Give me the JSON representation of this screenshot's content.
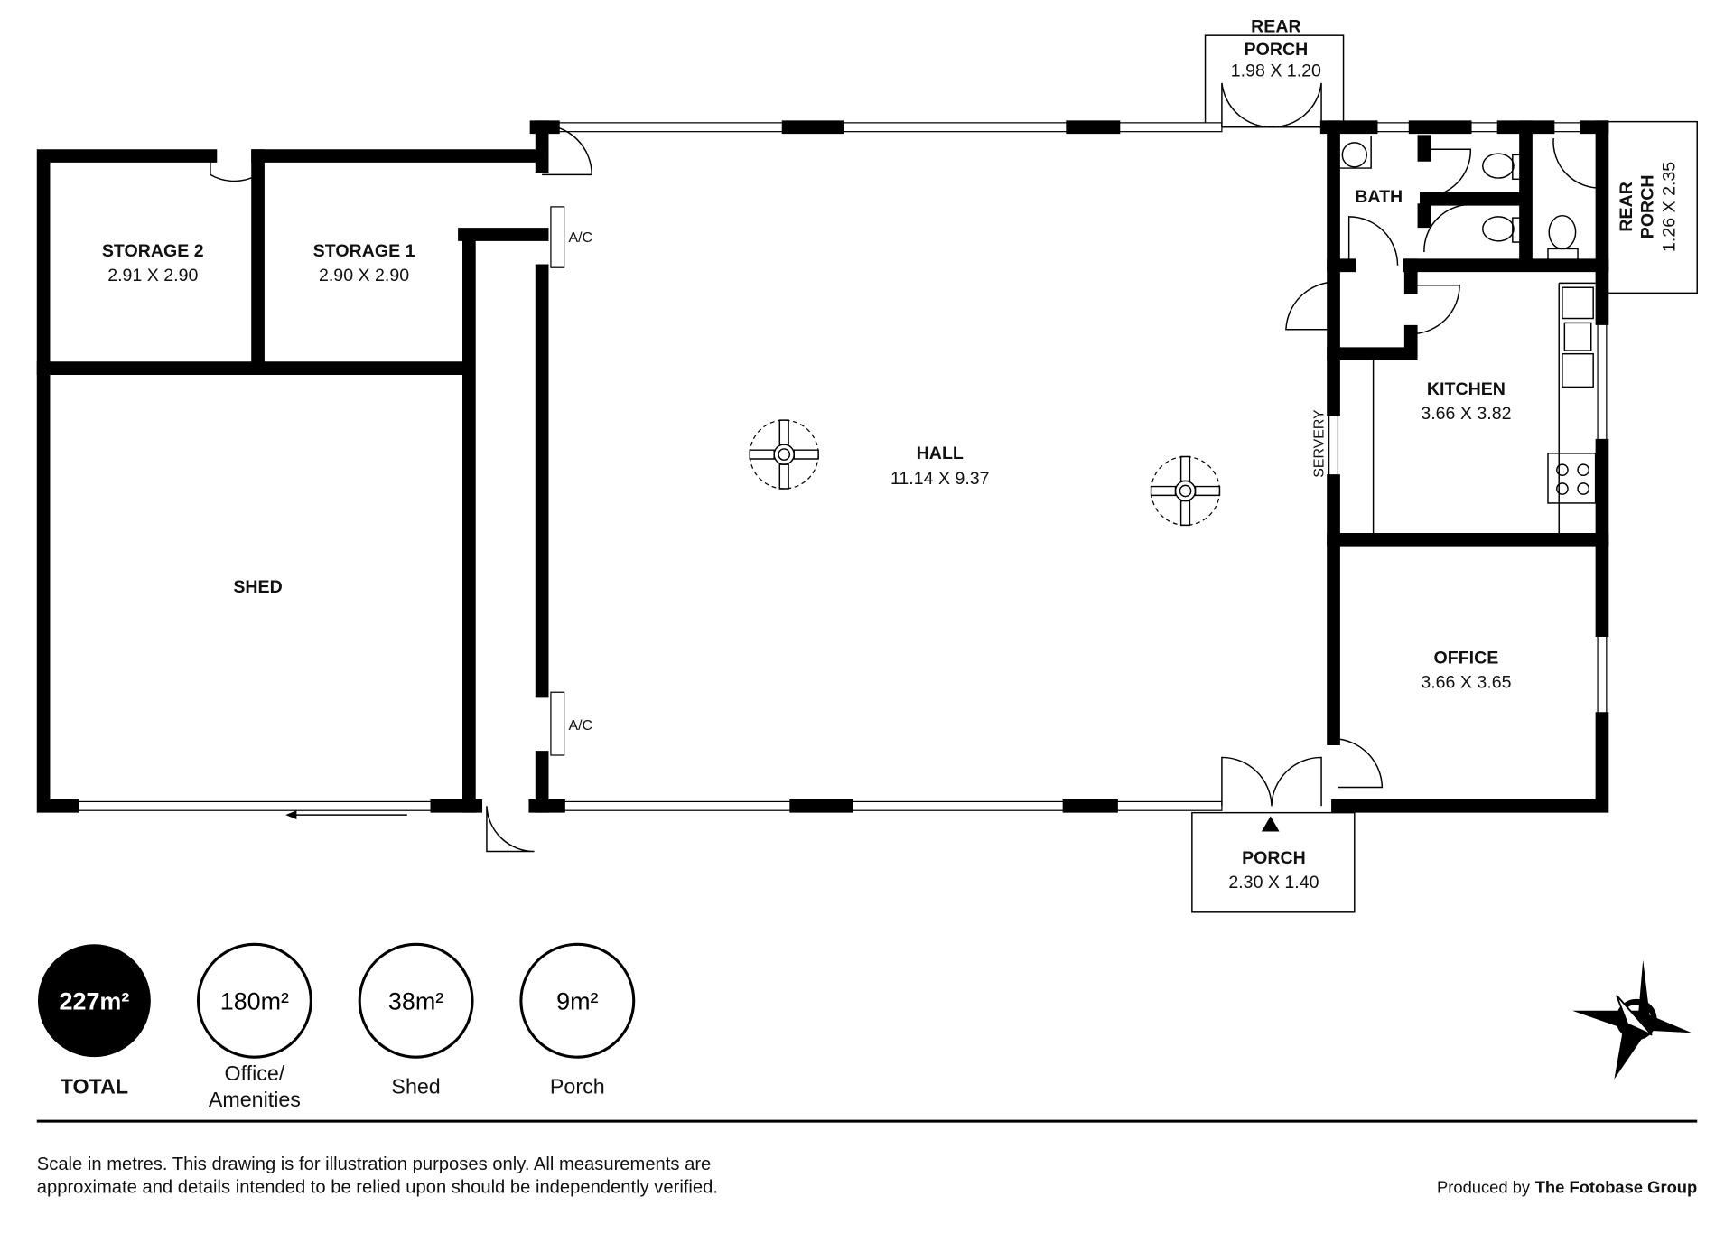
{
  "rooms": {
    "storage2": {
      "name": "STORAGE 2",
      "dims": "2.91 X 2.90"
    },
    "storage1": {
      "name": "STORAGE 1",
      "dims": "2.90 X 2.90"
    },
    "shed": {
      "name": "SHED"
    },
    "hall": {
      "name": "HALL",
      "dims": "11.14 X 9.37"
    },
    "kitchen": {
      "name": "KITCHEN",
      "dims": "3.66 X 3.82"
    },
    "office": {
      "name": "OFFICE",
      "dims": "3.66 X 3.65"
    },
    "bath": {
      "name": "BATH"
    },
    "rear_porch_top": {
      "name_line1": "REAR",
      "name_line2": "PORCH",
      "dims": "1.98 X 1.20"
    },
    "rear_porch_side": {
      "name_line1": "REAR",
      "name_line2": "PORCH",
      "dims": "1.26 X 2.35"
    },
    "porch": {
      "name": "PORCH",
      "dims": "2.30 X 1.40"
    }
  },
  "annotations": {
    "ac_top": "A/C",
    "ac_bottom": "A/C",
    "servery": "SERVERY"
  },
  "summary": [
    {
      "area": "227m²",
      "label": "TOTAL"
    },
    {
      "area": "180m²",
      "label_line1": "Office/",
      "label_line2": "Amenities"
    },
    {
      "area": "38m²",
      "label": "Shed"
    },
    {
      "area": "9m²",
      "label": "Porch"
    }
  ],
  "footer": {
    "disclaimer_line1": "Scale in metres. This drawing is for illustration purposes only. All measurements are",
    "disclaimer_line2": "approximate and details intended to be relied upon should be independently verified.",
    "produced_by": "Produced by",
    "company": "The Fotobase Group"
  }
}
